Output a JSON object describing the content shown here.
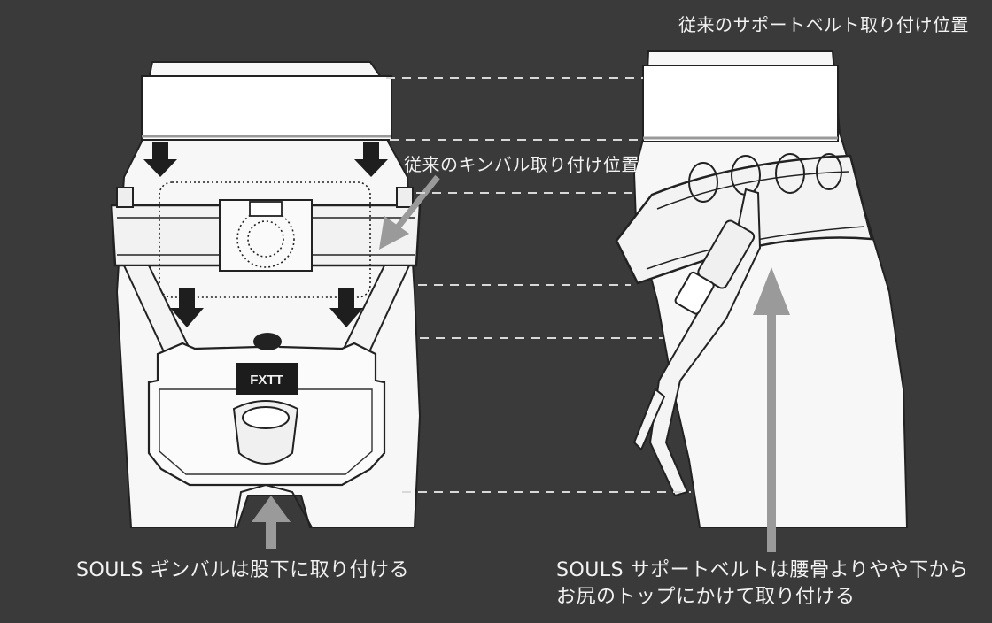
{
  "labels": {
    "conventional_belt_position": "従来のサポートベルト取り付け位置",
    "conventional_gimbal_position": "従来のキンバル取り付け位置",
    "souls_gimbal_caption": "SOULS ギンバルは股下に取り付ける",
    "souls_belt_caption_line1": "SOULS サポートベルトは腰骨よりやや下から",
    "souls_belt_caption_line2": "お尻のトップにかけて取り付ける"
  },
  "gimbal_plate_text": "FXTT",
  "colors": {
    "background": "#3a3a3a",
    "figure": "#f7f7f7",
    "outline": "#222222",
    "arrow_dark": "#1e1e1e",
    "arrow_gray": "#9a9a9a",
    "dash": "#d8d8d8",
    "text": "#f2f2f2"
  }
}
